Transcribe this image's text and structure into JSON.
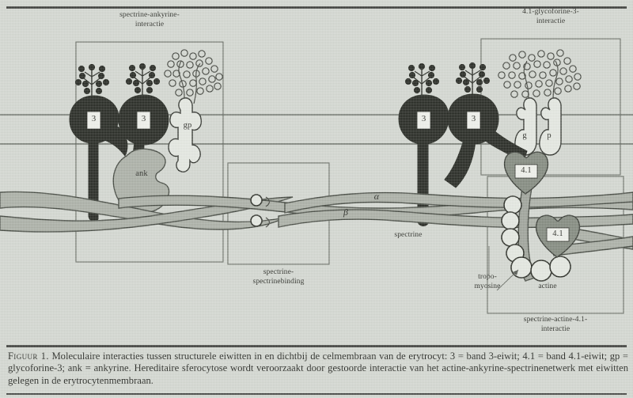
{
  "figure": {
    "number_label": "Figuur 1.",
    "caption_text": "Moleculaire interacties tussen structurele eiwitten in en dichtbij de celmembraan van de erytrocyt: 3 = band 3-eiwit; 4.1 = band 4.1-eiwit; gp = glycoforine-3; ank = ankyrine. Hereditaire sferocytose wordt veroorzaakt door gestoorde interactie van het actine-ankyrine-spectrinenetwerk met eiwitten gelegen in de erytrocytenmembraan."
  },
  "annotations": {
    "spectrin_ankyrin": "spectrine-ankyrine-\ninteractie",
    "glycophorin_41": "4.1-glycoforine-3-\ninteractie",
    "spectrin_spectrin": "spectrine-\nspectrinebinding",
    "spectrin_actin_41": "spectrine-actine-4.1-\ninteractie"
  },
  "molecule_labels": {
    "band3_left_a": "3",
    "band3_left_b": "3",
    "glycophorin_left": "gp",
    "ankyrin": "ank",
    "band3_right_a": "3",
    "band3_right_b": "3",
    "glycophorin_right_g": "g",
    "glycophorin_right_p": "p",
    "band41_upper": "4.1",
    "band41_lower": "4.1",
    "spectrin_alpha": "α",
    "spectrin_beta": "β",
    "spectrin": "spectrine",
    "tropomyosin": "tropo-\nmyosine",
    "actin": "actine"
  },
  "colors": {
    "paper": "#d2d6cf",
    "ink": "#23251f",
    "band3_dark": "#1d2019",
    "spectrin_gray": "#a8ada3",
    "band41_gray": "#7e857a",
    "ankyrin_gray": "#a8ada3",
    "white_fill": "#e5e8e1",
    "box_line": "#5d625a"
  }
}
